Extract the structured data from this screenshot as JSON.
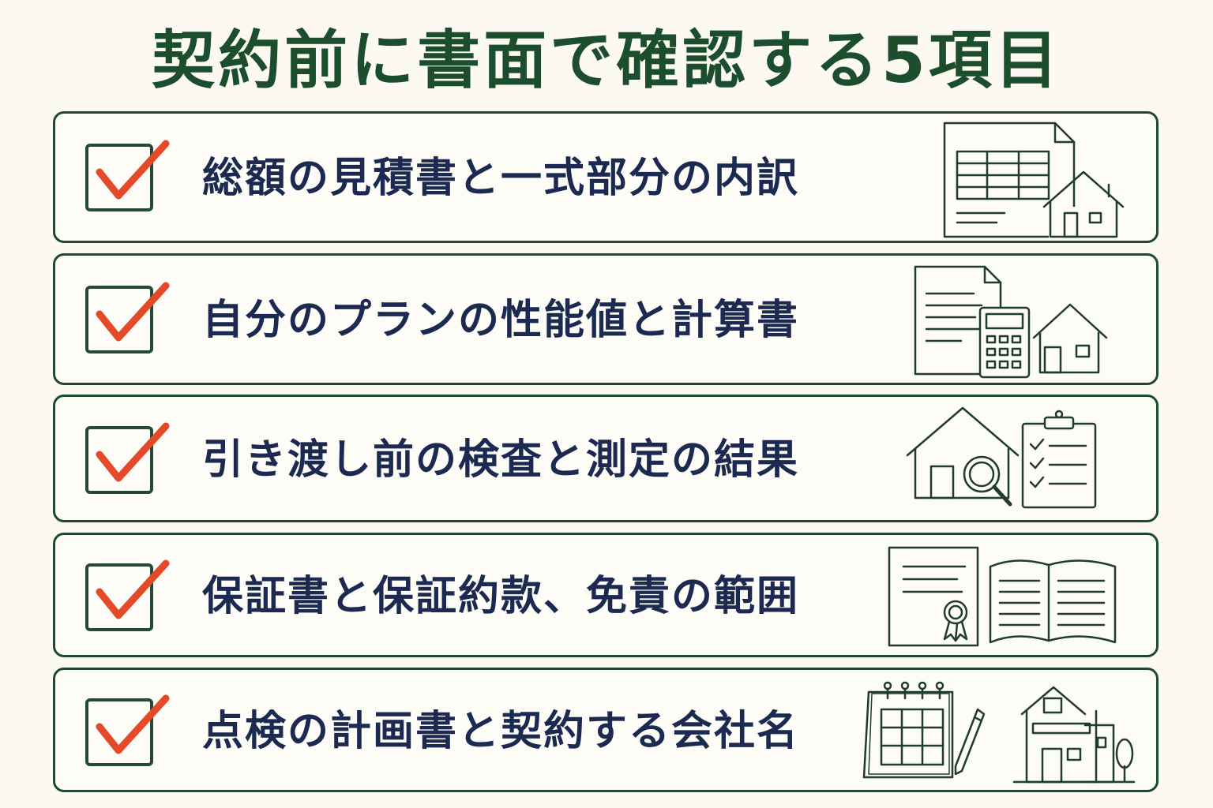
{
  "title": "契約前に書面で確認する5項目",
  "colors": {
    "title": "#1c4d2c",
    "text": "#1c2a52",
    "check": "#e44a2a",
    "border": "#1e4a2c",
    "line_art": "#1f3d2a",
    "background": "#fbf9f1"
  },
  "items": [
    {
      "label": "総額の見積書と一式部分の内訳",
      "icon": "estimate-document-house-icon"
    },
    {
      "label": "自分のプランの性能値と計算書",
      "icon": "document-calculator-house-icon"
    },
    {
      "label": "引き渡し前の検査と測定の結果",
      "icon": "house-inspection-checklist-icon"
    },
    {
      "label": "保証書と保証約款、免責の範囲",
      "icon": "certificate-open-book-icon"
    },
    {
      "label": "点検の計画書と契約する会社名",
      "icon": "calendar-pen-company-building-icon"
    }
  ]
}
